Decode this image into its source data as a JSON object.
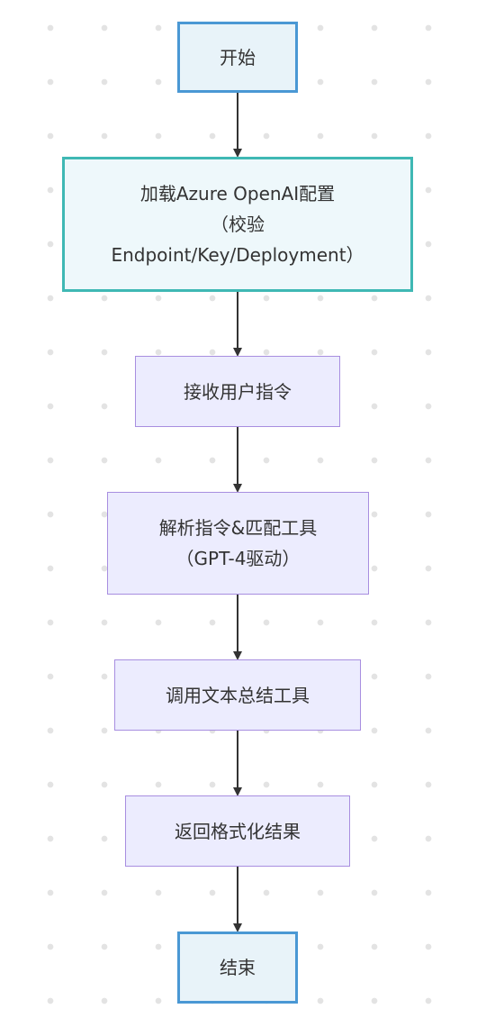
{
  "diagram": {
    "nodes": {
      "start": "开始",
      "load_config": "加载Azure OpenAI配置\n（校验\nEndpoint/Key/Deployment）",
      "receive": "接收用户指令",
      "parse": "解析指令&匹配工具\n（GPT-4驱动）",
      "invoke": "调用文本总结工具",
      "return": "返回格式化结果",
      "end": "结束"
    },
    "edges": [
      [
        "start",
        "load_config"
      ],
      [
        "load_config",
        "receive"
      ],
      [
        "receive",
        "parse"
      ],
      [
        "parse",
        "invoke"
      ],
      [
        "invoke",
        "return"
      ],
      [
        "return",
        "end"
      ]
    ],
    "colors": {
      "terminal_fill": "#e8f3f9",
      "terminal_border": "#4a98d4",
      "config_fill": "#eef8fb",
      "config_border": "#3fb8b4",
      "process_fill": "#ececfe",
      "process_border": "#a88ee0",
      "edge": "#333333"
    }
  }
}
